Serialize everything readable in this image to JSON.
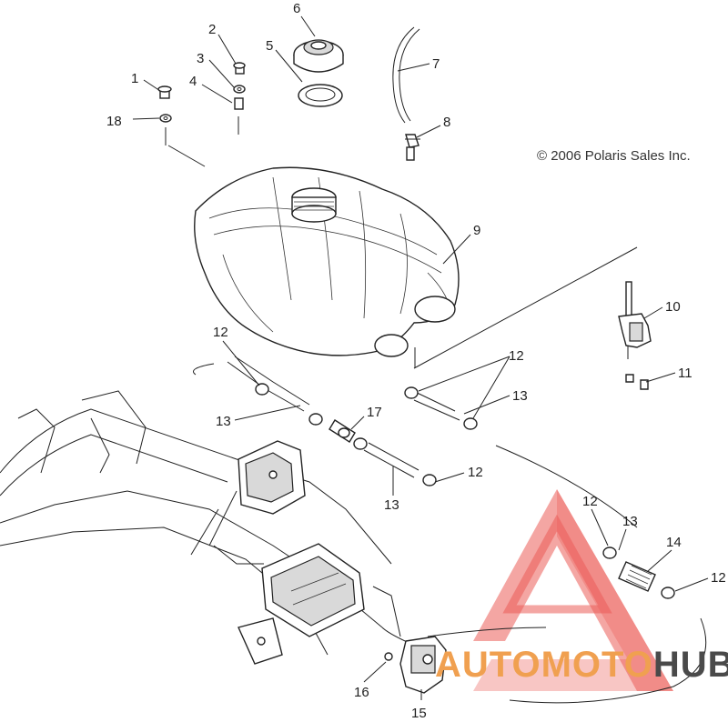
{
  "copyright": "© 2006 Polaris Sales Inc.",
  "watermark": {
    "text_prefix": "AUTOMOTO",
    "text_suffix": "HUB",
    "color_prefix": "#f0a050",
    "color_suffix": "#4a4a4a",
    "triangle_color": "#e8403a"
  },
  "callouts": {
    "c1": "1",
    "c2": "2",
    "c3": "3",
    "c4": "4",
    "c5": "5",
    "c6": "6",
    "c7": "7",
    "c8": "8",
    "c9": "9",
    "c10": "10",
    "c11": "11",
    "c12a": "12",
    "c12b": "12",
    "c12c": "12",
    "c12d": "12",
    "c12e": "12",
    "c13a": "13",
    "c13b": "13",
    "c13c": "13",
    "c13d": "13",
    "c14": "14",
    "c15": "15",
    "c16": "16",
    "c17": "17",
    "c18": "18"
  }
}
